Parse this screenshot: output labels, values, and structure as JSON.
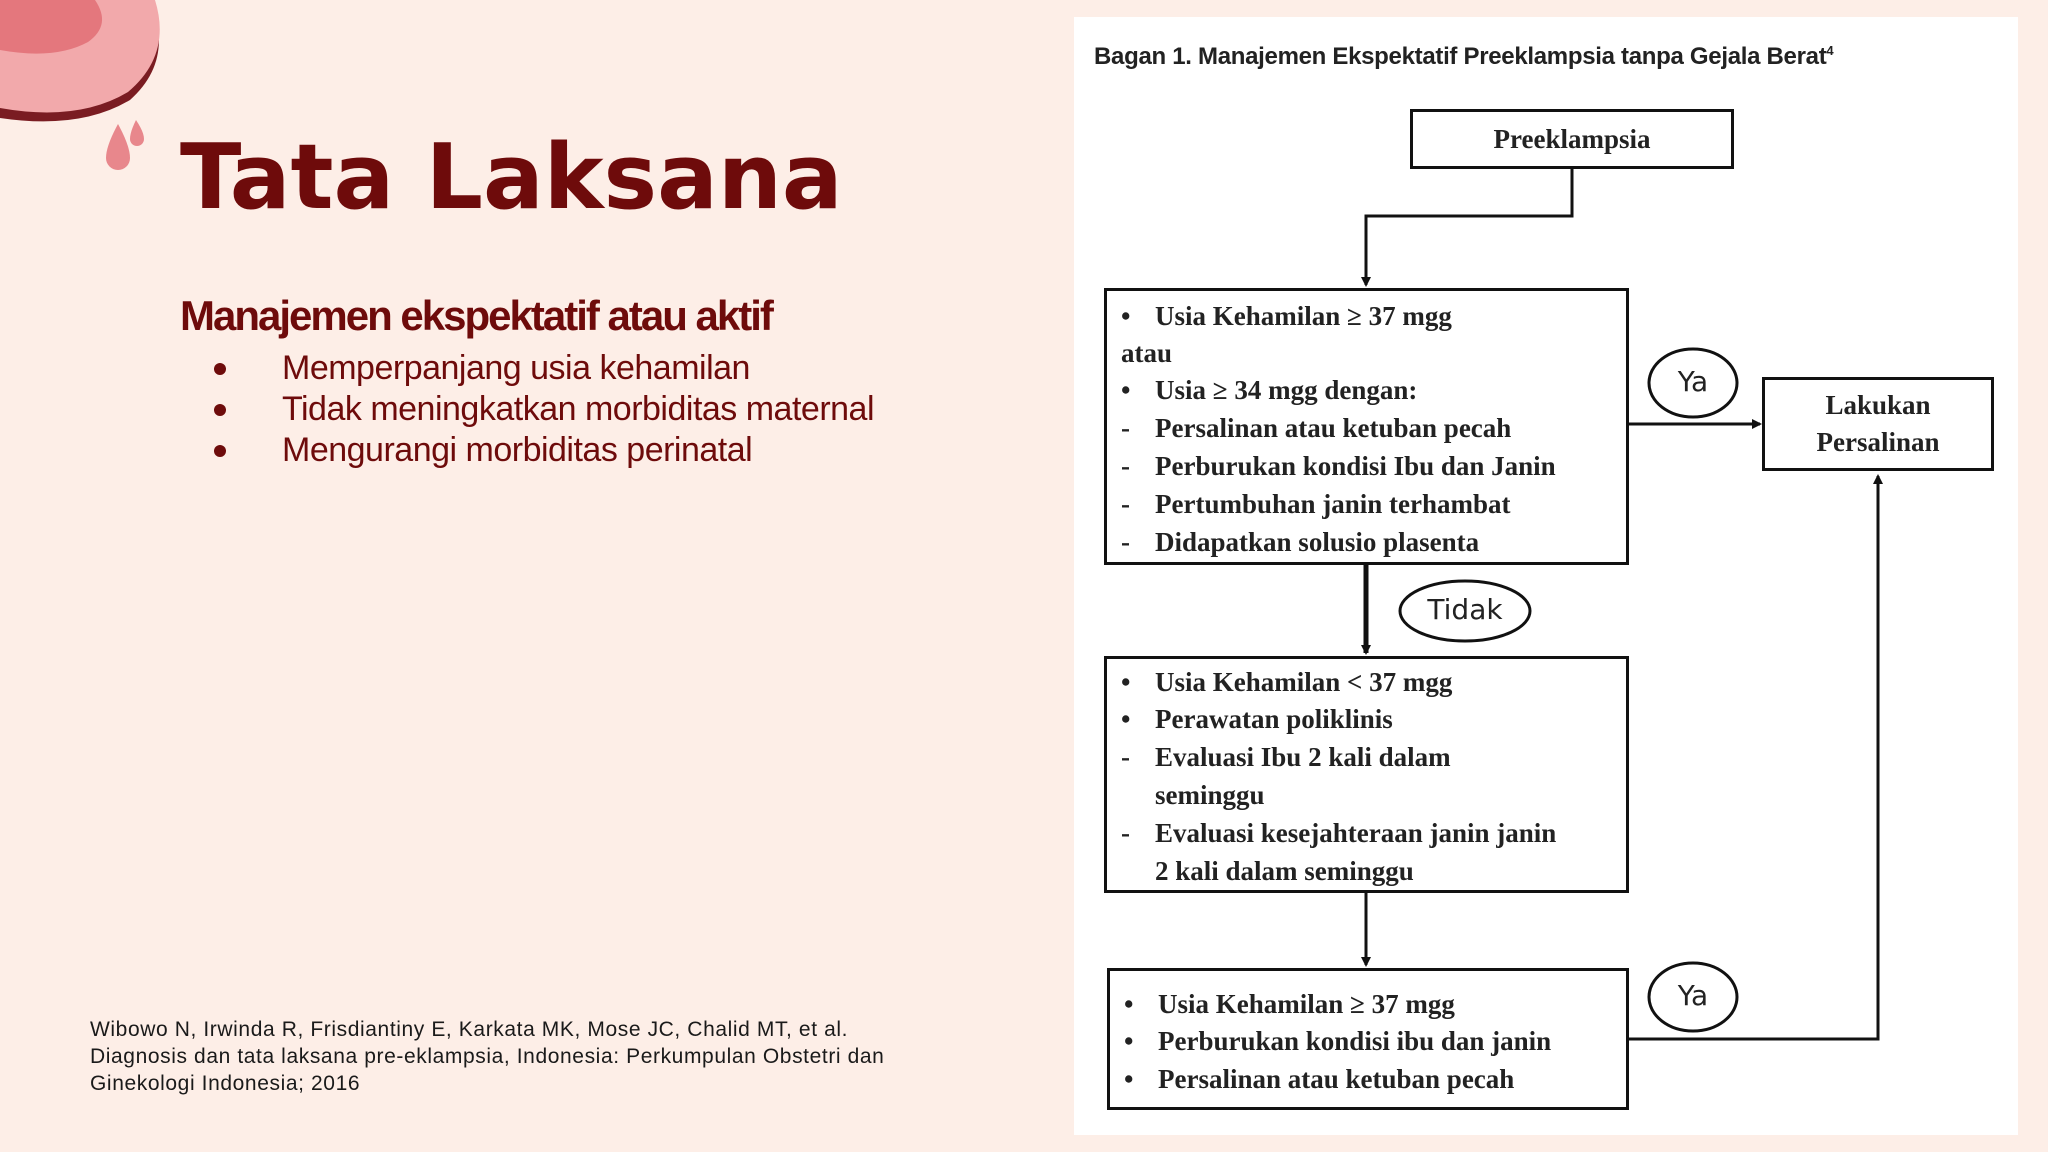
{
  "slide": {
    "title": "Tata Laksana",
    "subtitle": "Manajemen ekspektatif atau aktif",
    "bullets": [
      "Memperpanjang usia kehamilan",
      "Tidak meningkatkan morbiditas maternal",
      "Mengurangi morbiditas perinatal"
    ],
    "citation": [
      "Wibowo N, Irwinda R, Frisdiantiny E, Karkata MK, Mose JC, Chalid MT, et al.",
      "Diagnosis dan tata laksana pre-eklampsia, Indonesia: Perkumpulan Obstetri dan",
      "Ginekologi Indonesia; 2016"
    ],
    "colors": {
      "background": "#fdeee7",
      "title": "#6e0b0b",
      "accent_pink": "#e8a2a6"
    }
  },
  "flowchart": {
    "title": "Bagan 1. Manajemen Ekspektatif Preeklampsia tanpa Gejala Berat",
    "title_sup": "4",
    "start": "Preeklampsia",
    "box1": [
      {
        "marker": "•",
        "text": "Usia Kehamilan ≥ 37 mgg"
      },
      {
        "marker": "",
        "text": "atau"
      },
      {
        "marker": "•",
        "text": "Usia ≥ 34 mgg dengan:"
      },
      {
        "marker": "-",
        "text": "Persalinan atau ketuban pecah"
      },
      {
        "marker": "-",
        "text": "Perburukan kondisi Ibu dan Janin"
      },
      {
        "marker": "-",
        "text": "Pertumbuhan janin terhambat"
      },
      {
        "marker": "-",
        "text": "Didapatkan solusio plasenta"
      }
    ],
    "box2": [
      {
        "marker": "•",
        "text": "Usia Kehamilan < 37 mgg"
      },
      {
        "marker": "•",
        "text": "Perawatan poliklinis"
      },
      {
        "marker": "-",
        "text": "Evaluasi Ibu 2 kali dalam"
      },
      {
        "marker": "",
        "text": "seminggu"
      },
      {
        "marker": "-",
        "text": "Evaluasi kesejahteraan janin janin"
      },
      {
        "marker": "",
        "text": "2 kali dalam seminggu"
      }
    ],
    "box3": [
      {
        "marker": "•",
        "text": "Usia Kehamilan ≥ 37 mgg"
      },
      {
        "marker": "•",
        "text": "Perburukan kondisi ibu dan janin"
      },
      {
        "marker": "•",
        "text": "Persalinan atau ketuban pecah"
      }
    ],
    "outcome": [
      "Lakukan",
      "Persalinan"
    ],
    "yes_label": "Ya",
    "no_label": "Tidak"
  }
}
